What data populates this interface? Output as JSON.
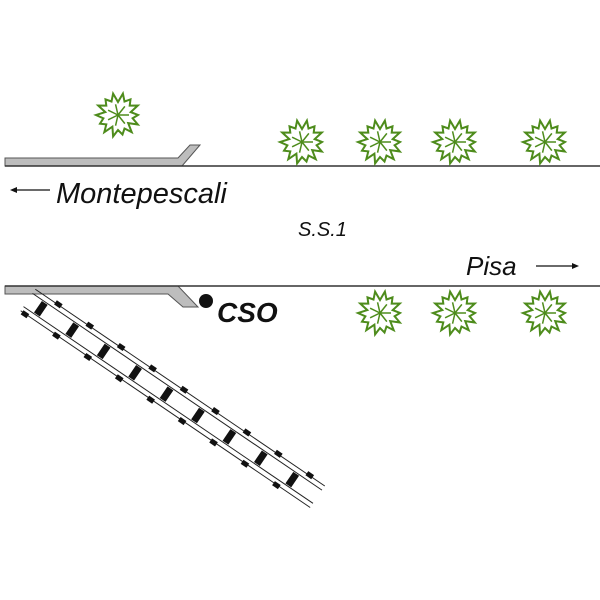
{
  "labels": {
    "west": "Montepescali",
    "road": "S.S.1",
    "east": "Pisa",
    "station": "CSO"
  },
  "colors": {
    "road_edge": "#333333",
    "shoulder": "#bdbdbd",
    "tree": "#4e8c1c",
    "rail": "#111111"
  },
  "trees_count": 8
}
